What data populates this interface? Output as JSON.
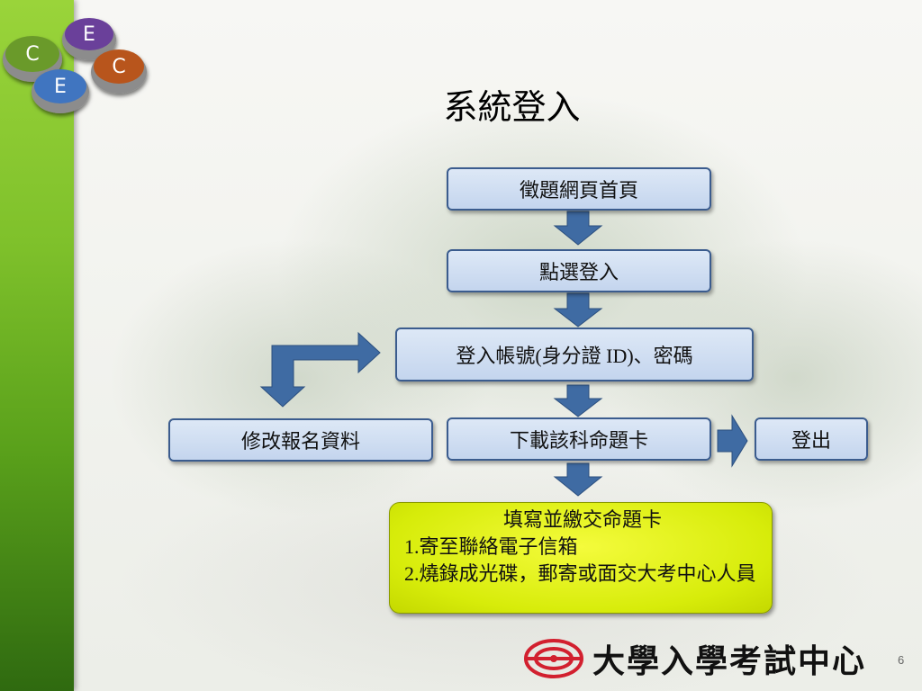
{
  "title": "系統登入",
  "logo": {
    "letters": [
      "C",
      "E",
      "C",
      "E"
    ]
  },
  "flowchart": {
    "steps": {
      "homepage": "徵題網頁首頁",
      "click_login": "點選登入",
      "login": "登入帳號(身分證 ID)、密碼",
      "edit_info": "修改報名資料",
      "download": "下載該科命題卡",
      "logout": "登出"
    },
    "final": {
      "heading": "填寫並繳交命題卡",
      "line1": "1.寄至聯絡電子信箱",
      "line2": "2.燒錄成光碟，郵寄或面交大考中心人員"
    }
  },
  "footer": {
    "org_name": "大學入學考試中心",
    "page_number": "6"
  },
  "colors": {
    "box_border": "#3b5c8e",
    "arrow": "#3f6ba3",
    "sidebar": "#7fc12b",
    "highlight": "#e2f216"
  }
}
